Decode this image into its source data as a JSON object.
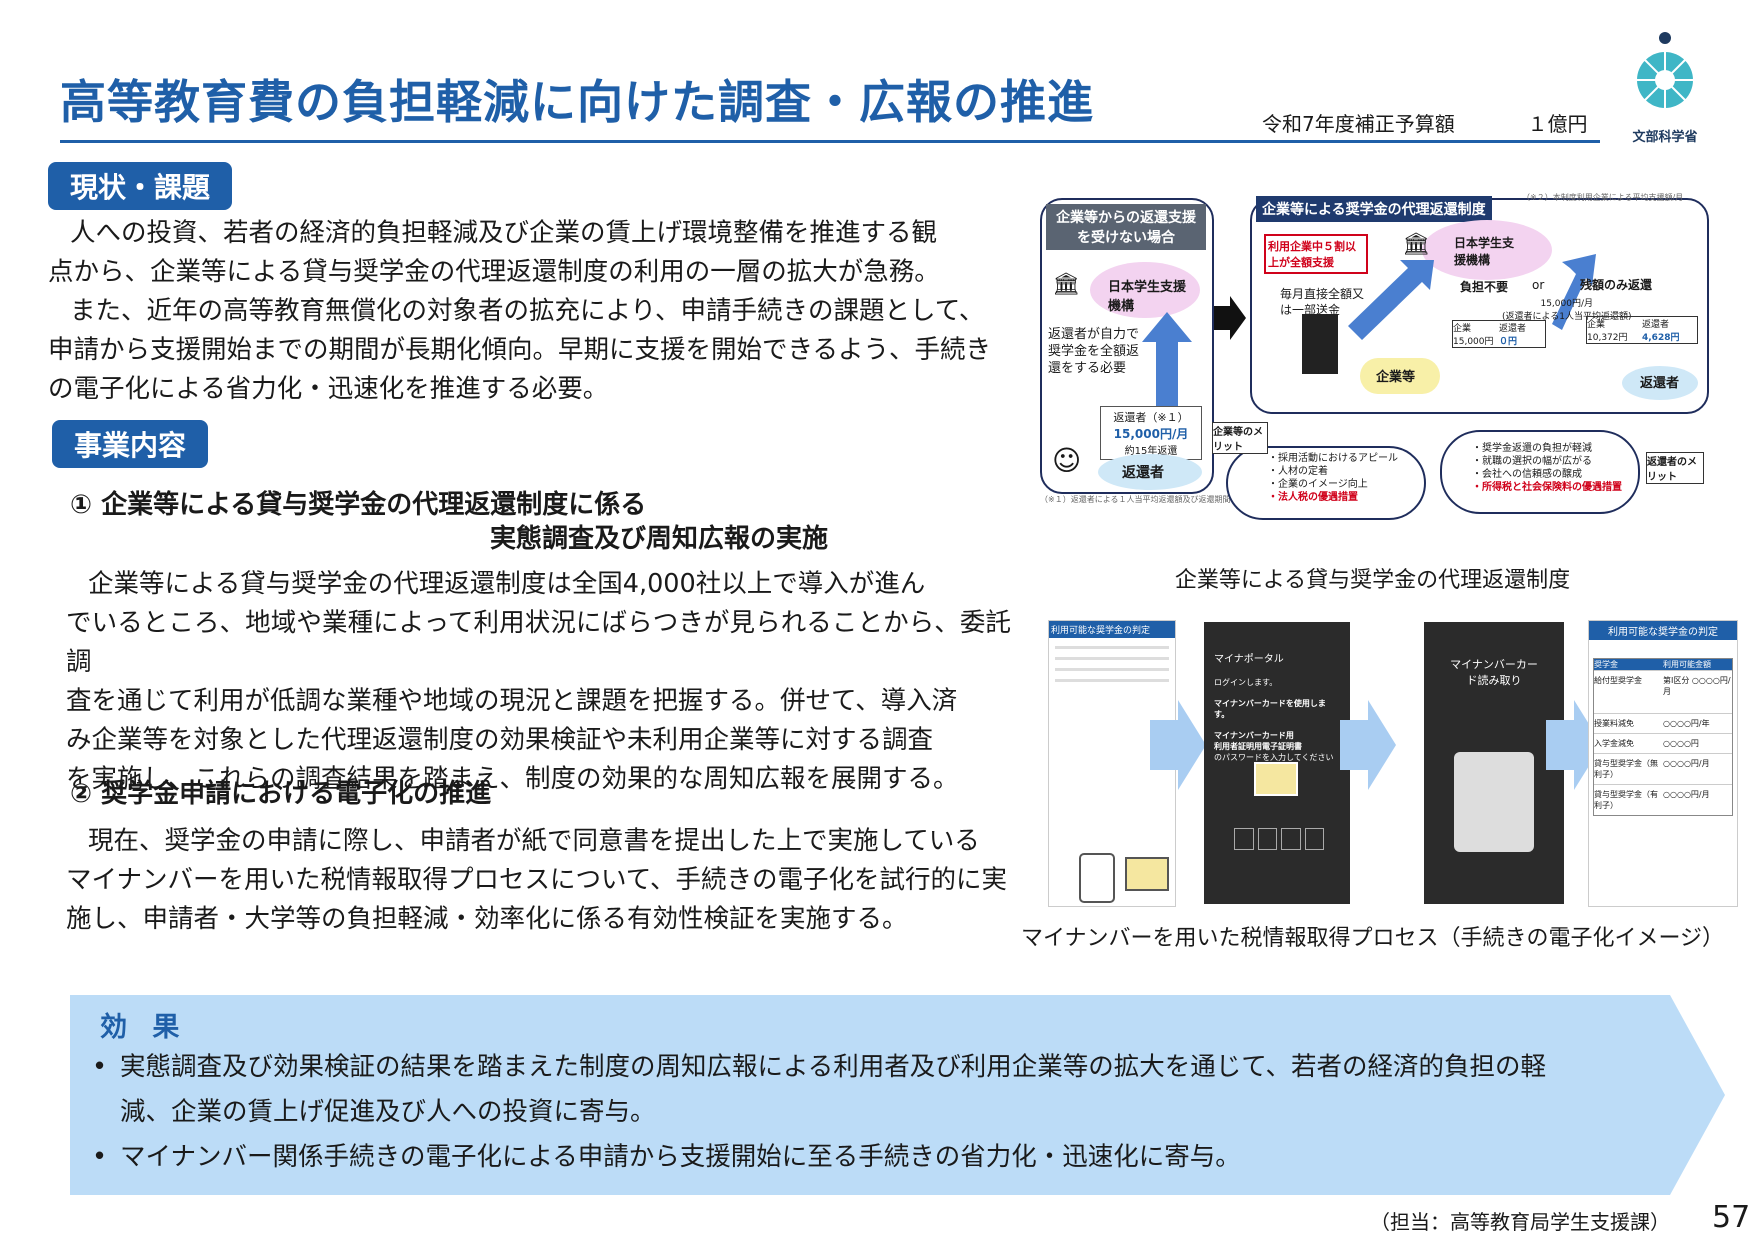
{
  "title": "高等教育費の負担軽減に向けた調査・広報の推進",
  "budget": {
    "label": "令和7年度補正予算額",
    "amount": "１億円"
  },
  "logo_text": "文部科学省",
  "section1": {
    "heading": "現状・課題",
    "lines": [
      "人への投資、若者の経済的負担軽減及び企業の賃上げ環境整備を推進する観",
      "点から、企業等による貸与奨学金の代理返還制度の利用の一層の拡大が急務。",
      "また、近年の高等教育無償化の対象者の拡充により、申請手続きの課題として、",
      "申請から支援開始までの期間が長期化傾向。早期に支援を開始できるよう、手続き",
      "の電子化による省力化・迅速化を推進する必要。"
    ]
  },
  "section2": {
    "heading": "事業内容",
    "item1": {
      "title_line1": "①  企業等による貸与奨学金の代理返還制度に係る",
      "title_line2": "実態調査及び周知広報の実施",
      "lines": [
        "企業等による貸与奨学金の代理返還制度は全国4,000社以上で導入が進ん",
        "でいるところ、地域や業種によって利用状況にばらつきが見られることから、委託調",
        "査を通じて利用が低調な業種や地域の現況と課題を把握する。併せて、導入済",
        "み企業等を対象とした代理返還制度の効果検証や未利用企業等に対する調査",
        "を実施し、これらの調査結果を踏まえ、制度の効果的な周知広報を展開する。"
      ]
    },
    "item2": {
      "title": "②  奨学金申請における電子化の推進",
      "lines": [
        "現在、奨学金の申請に際し、申請者が紙で同意書を提出した上で実施している",
        "マイナンバーを用いた税情報取得プロセスについて、手続きの電子化を試行的に実",
        "施し、申請者・大学等の負担軽減・効率化に係る有効性検証を実施する。"
      ]
    }
  },
  "figure1": {
    "caption": "企業等による貸与奨学金の代理返還制度",
    "left_header": "企業等からの返還支援を受けない場合",
    "left_org": "日本学生支援機構",
    "left_note": "返還者が自力で奨学金を全額返還をする必要",
    "left_amount_label": "返還者（※１）",
    "left_amount": "15,000円/月",
    "left_amount_sub": "約15年返還",
    "left_person": "返還者",
    "footnote1": "（※１）返還者による１人当平均返還額及び返還期間",
    "right_header": "企業等による奨学金の代理返還制度",
    "footnote2": "（※２）本制度利用企業による平均支援額/月",
    "red_note": "利用企業中５割以上が全額支援",
    "right_org": "日本学生支援機構",
    "direct": "毎月直接全額又は一部送金",
    "no_burden": "負担不要",
    "or": "or",
    "remainder": "残額のみ返還",
    "avg_amount": "15,000円/月",
    "avg_note": "(返還者による1人当平均返還額)",
    "table_a": {
      "company": "企業",
      "company_val": "15,000円",
      "repayer": "返還者",
      "repayer_val": "０円"
    },
    "table_b": {
      "company": "企業",
      "company_val": "10,372円",
      "repayer": "返還者",
      "repayer_val": "4,628円"
    },
    "company_label": "企業等",
    "repayer_label": "返還者",
    "company_merit_title": "企業等のメリット",
    "company_merits": [
      "・採用活動におけるアピール",
      "・人材の定着",
      "・企業のイメージ向上",
      "・法人税の優遇措置"
    ],
    "repayer_merit_title": "返還者のメリット",
    "repayer_merits": [
      "・奨学金返還の負担が軽減",
      "・就職の選択の幅が広がる",
      "・会社への信頼感の醸成",
      "・所得税と社会保険料の優遇措置"
    ]
  },
  "figure2": {
    "caption": "マイナンバーを用いた税情報取得プロセス（手続きの電子化イメージ）",
    "screen1_title": "利用可能な奨学金の判定",
    "screen2_title": "マイナポータル",
    "screen2_lines": [
      "ログインします。",
      "マイナンバーカードを使用します。",
      "マイナンバーカード用",
      "利用者証明用電子証明書",
      "のパスワードを入力してください"
    ],
    "screen3_title": "マイナンバーカード読み取り",
    "screen4_title": "利用可能な奨学金の判定",
    "screen4_rows": [
      {
        "name": "給付型奨学金",
        "val": "第Ⅰ区分 ○○○○円/月"
      },
      {
        "name": "授業料減免",
        "val": "○○○○円/年"
      },
      {
        "name": "入学金減免",
        "val": "○○○○円"
      },
      {
        "name": "貸与型奨学金（無利子）",
        "val": "○○○○円/月"
      },
      {
        "name": "貸与型奨学金（有利子）",
        "val": "○○○○円/月"
      }
    ],
    "screen4_head": [
      "奨学金",
      "利用可能金額"
    ]
  },
  "effect": {
    "label": "効 果",
    "bullets": [
      {
        "line1": "実態調査及び効果検証の結果を踏まえた制度の周知広報による利用者及び利用企業等の拡大を通じて、若者の経済的負担の軽",
        "line2": "減、企業の賃上げ促進及び人への投資に寄与。"
      },
      {
        "line1": "マイナンバー関係手続きの電子化による申請から支援開始に至る手続きの省力化・迅速化に寄与。",
        "line2": ""
      }
    ]
  },
  "footer": "（担当：高等教育局学生支援課）",
  "page_number": "57",
  "colors": {
    "primary": "#1f5fa8",
    "effect_bg": "#bcdcf7",
    "arrow": "#4a7fd0",
    "red": "#d0021b"
  }
}
